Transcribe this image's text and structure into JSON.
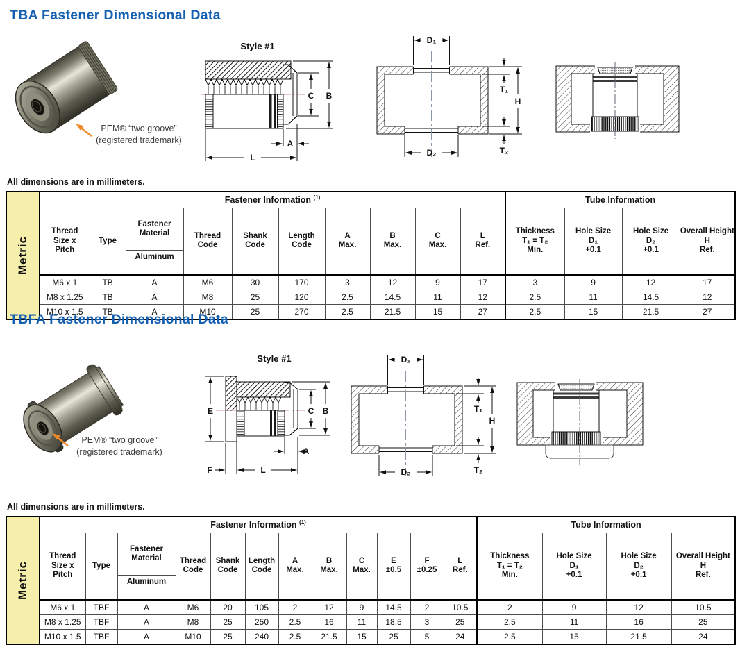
{
  "colors": {
    "title_blue": "#1660b2",
    "metric_yellow": "#f6efab",
    "arrow_orange": "#ee8a2a"
  },
  "dims": {
    "A": "A",
    "B": "B",
    "C": "C",
    "L": "L",
    "E": "E",
    "F": "F",
    "H": "H",
    "D1": "D₁",
    "D2": "D₂",
    "T1": "T₁",
    "T2": "T₂"
  },
  "tba": {
    "title": "TBA Fastener Dimensional Data",
    "style_label": "Style #1",
    "caption_line1": "PEM® “two groove”",
    "caption_line2": "(registered trademark)",
    "units_note": "All dimensions are in millimeters.",
    "table": {
      "side_label": "Metric",
      "fastener_group": "Fastener Information ",
      "fastener_group_sup": "(1)",
      "tube_group": "Tube Information",
      "h_thread_size": "Thread\nSize x\nPitch",
      "h_type": "Type",
      "h_material": "Fastener\nMaterial",
      "h_material_sub": "Aluminum",
      "h_thread_code": "Thread\nCode",
      "h_shank_code": "Shank\nCode",
      "h_length_code": "Length\nCode",
      "h_a": "A\nMax.",
      "h_b": "B\nMax.",
      "h_c": "C\nMax.",
      "h_l": "L\nRef.",
      "h_thickness": "Thickness\nT₁ = T₂\nMin.",
      "h_d1": "Hole Size\nD₁\n+0.1",
      "h_d2": "Hole Size\nD₂\n+0.1",
      "h_height": "Overall Height\nH\nRef.",
      "rows": [
        [
          "M6 x 1",
          "TB",
          "A",
          "M6",
          "30",
          "170",
          "3",
          "12",
          "9",
          "17",
          "3",
          "9",
          "12",
          "17"
        ],
        [
          "M8 x 1.25",
          "TB",
          "A",
          "M8",
          "25",
          "120",
          "2.5",
          "14.5",
          "11",
          "12",
          "2.5",
          "11",
          "14.5",
          "12"
        ],
        [
          "M10 x 1.5",
          "TB",
          "A",
          "M10",
          "25",
          "270",
          "2.5",
          "21.5",
          "15",
          "27",
          "2.5",
          "15",
          "21.5",
          "27"
        ]
      ]
    }
  },
  "tbfa": {
    "title": "TBFA Fastener Dimensional Data",
    "style_label": "Style #1",
    "caption_line1": "PEM® “two groove”",
    "caption_line2": "(registered trademark)",
    "units_note": "All dimensions are in millimeters.",
    "table": {
      "side_label": "Metric",
      "fastener_group": "Fastener Information ",
      "fastener_group_sup": "(1)",
      "tube_group": "Tube Information",
      "h_thread_size": "Thread\nSize x\nPitch",
      "h_type": "Type",
      "h_material": "Fastener\nMaterial",
      "h_material_sub": "Aluminum",
      "h_thread_code": "Thread\nCode",
      "h_shank_code": "Shank\nCode",
      "h_length_code": "Length\nCode",
      "h_a": "A\nMax.",
      "h_b": "B\nMax.",
      "h_c": "C\nMax.",
      "h_e": "E\n±0.5",
      "h_f": "F\n±0.25",
      "h_l": "L\nRef.",
      "h_thickness": "Thickness\nT₁ = T₂\nMin.",
      "h_d1": "Hole Size\nD₁\n+0.1",
      "h_d2": "Hole Size\nD₂\n+0.1",
      "h_height": "Overall Height\nH\nRef.",
      "rows": [
        [
          "M6 x 1",
          "TBF",
          "A",
          "M6",
          "20",
          "105",
          "2",
          "12",
          "9",
          "14.5",
          "2",
          "10.5",
          "2",
          "9",
          "12",
          "10.5"
        ],
        [
          "M8 x 1.25",
          "TBF",
          "A",
          "M8",
          "25",
          "250",
          "2.5",
          "16",
          "11",
          "18.5",
          "3",
          "25",
          "2.5",
          "11",
          "16",
          "25"
        ],
        [
          "M10 x 1.5",
          "TBF",
          "A",
          "M10",
          "25",
          "240",
          "2.5",
          "21.5",
          "15",
          "25",
          "5",
          "24",
          "2.5",
          "15",
          "21.5",
          "24"
        ]
      ]
    }
  }
}
